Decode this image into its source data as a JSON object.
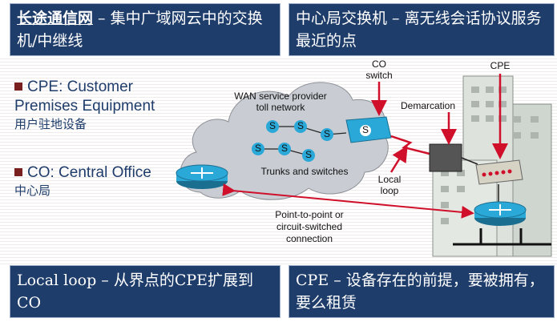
{
  "panels": {
    "top_left": {
      "title": "长途通信网",
      "rest": " – 集中广域网云中的交换机/中继线"
    },
    "top_right": {
      "text": "中心局交换机 – 离无线会话协议服务最近的点"
    },
    "bottom_left": {
      "text": "Local loop – 从界点的CPE扩展到CO"
    },
    "bottom_right": {
      "text": "CPE – 设备存在的前提，要被拥有，要么租赁"
    }
  },
  "bullets": [
    {
      "en_line1": "CPE: Customer",
      "en_line2": "Premises Equipment",
      "cn": "用户驻地设备"
    },
    {
      "en_line1": "CO: Central Office",
      "cn": "中心局"
    }
  ],
  "diagram": {
    "cloud_line1": "WAN service provider",
    "cloud_line2": "toll network",
    "trunks_label": "Trunks and switches",
    "switch_glyph": "S",
    "co_switch_line1": "CO",
    "co_switch_line2": "switch",
    "cpe_label": "CPE",
    "demarcation_label": "Demarcation",
    "local_loop_line1": "Local",
    "local_loop_line2": "loop",
    "p2p_line1": "Point-to-point or",
    "p2p_line2": "circuit-switched",
    "p2p_line3": "connection",
    "colors": {
      "panel": "#1f3d6b",
      "arrow": "#d0102a",
      "switch": "#2aa8d8",
      "cloud": "#c9cdd3"
    }
  }
}
